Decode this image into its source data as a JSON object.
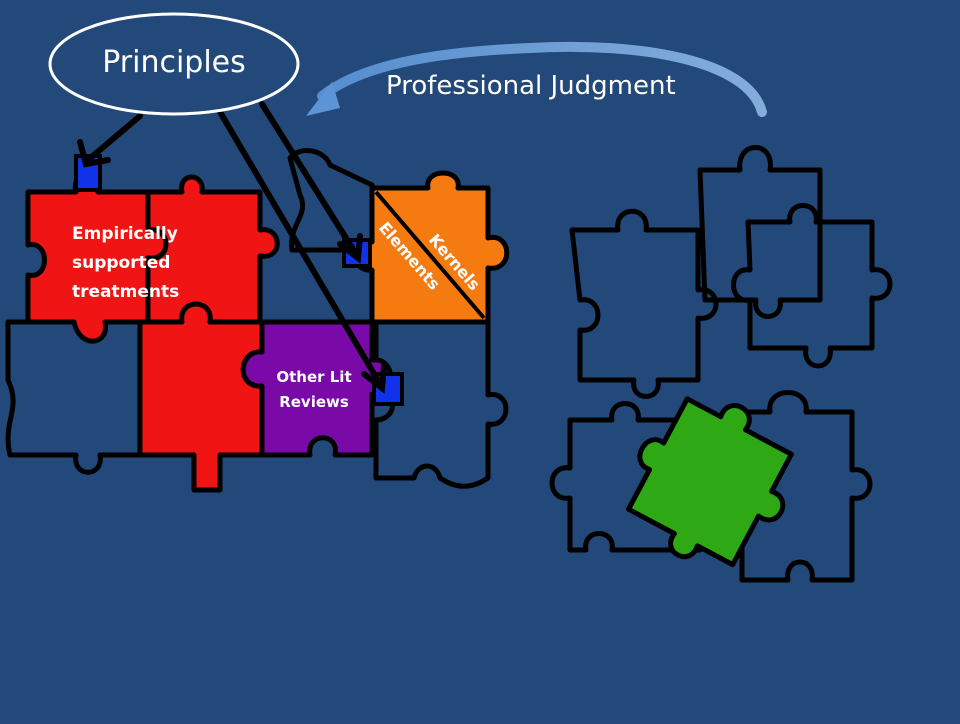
{
  "slide": {
    "background": "#23497a",
    "principles_label": "Principles",
    "judgment_label": "Professional Judgment",
    "est_label_line1": "Empirically",
    "est_label_line2": "supported",
    "est_label_line3": "treatments",
    "elements_label": "Elements",
    "kernels_label": "Kernels",
    "other_lit_line1": "Other Lit",
    "other_lit_line2": "Reviews"
  },
  "colors": {
    "red_piece": "#f01414",
    "purple_piece": "#7a0aa8",
    "orange_piece": "#f57a10",
    "green_piece": "#2ea814",
    "blue_tab": "#1032e8",
    "outline": "#000000",
    "arrow_blue": "#5b95d8"
  }
}
